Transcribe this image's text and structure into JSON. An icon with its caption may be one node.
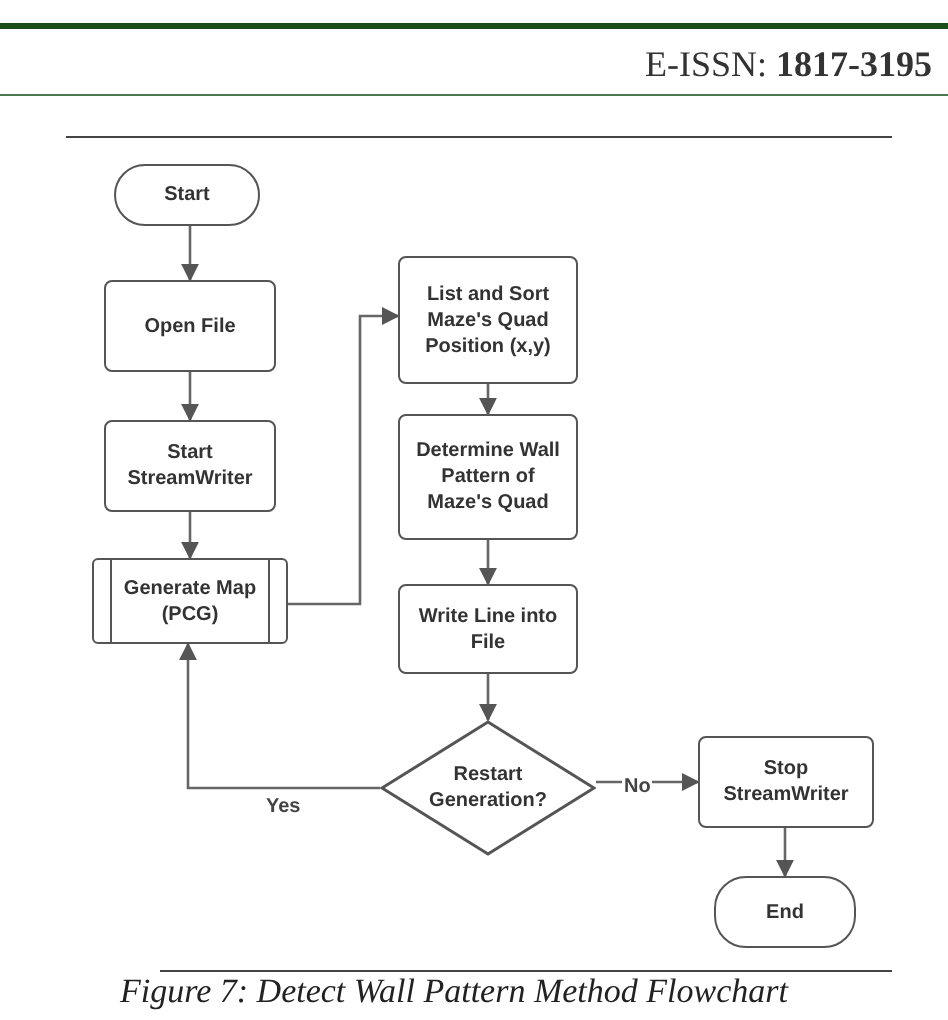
{
  "diagram": {
    "caption": "Figure 7: Detect Wall Pattern Method Flowchart",
    "nodes": [
      {
        "text": [
          "Start"
        ]
      },
      {
        "text": [
          "Open File"
        ]
      },
      {
        "text": [
          "Start StreamWriter"
        ]
      },
      {
        "text": [
          "Generate Map (PCG)"
        ]
      },
      {
        "text": [
          "List  and Sort Maze's Quad Position (x,y)"
        ]
      },
      {
        "text": [
          "Determine Wall Pattern of Maze's Quad"
        ]
      },
      {
        "text": [
          "Write Line into File"
        ]
      },
      {
        "text": [
          "Restart Generation?"
        ]
      },
      {
        "text": [
          "Stop StreamWriter"
        ]
      },
      {
        "text": [
          "End"
        ]
      }
    ],
    "edges": [
      {
        "from": 0,
        "to": 1,
        "arrow": "to"
      },
      {
        "from": 1,
        "to": 2,
        "arrow": "to"
      },
      {
        "from": 2,
        "to": 3,
        "arrow": "to"
      },
      {
        "from": 3,
        "to": 4,
        "arrow": "to"
      },
      {
        "from": 4,
        "to": 5,
        "arrow": "to"
      },
      {
        "from": 5,
        "to": 6,
        "arrow": "to"
      },
      {
        "from": 6,
        "to": 7,
        "arrow": "to"
      },
      {
        "from": 7,
        "to": 3,
        "arrow": "to",
        "label": "Yes"
      },
      {
        "from": 7,
        "to": 8,
        "arrow": "to",
        "label": "No"
      },
      {
        "from": 8,
        "to": 9,
        "arrow": "to"
      }
    ],
    "labels": [
      "E-ISSN: **1817-3195**"
    ]
  }
}
